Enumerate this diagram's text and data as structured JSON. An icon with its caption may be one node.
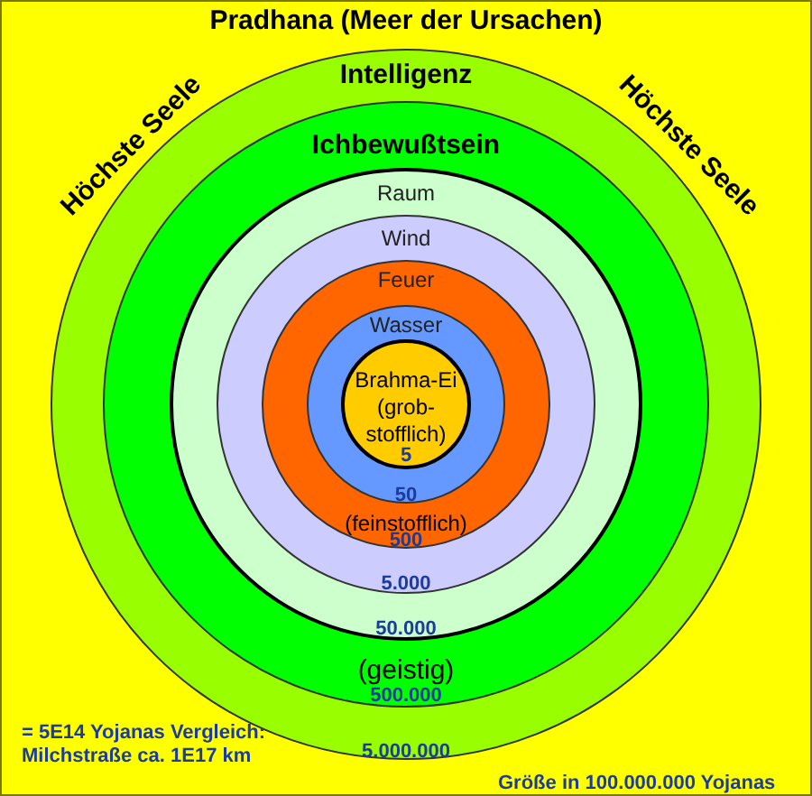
{
  "diagram": {
    "nodes": [
      {
        "text": [
          "Pradhana (Meer der Ursachen)"
        ]
      },
      {
        "text": [
          "Intelligenz",
          "5.000.000"
        ],
        "in": 0
      },
      {
        "text": [
          "Ichbewußtsein",
          "(geistig)",
          "500.000"
        ],
        "in": 1
      },
      {
        "text": [
          "Raum",
          "50.000"
        ],
        "in": 2
      },
      {
        "text": [
          "Wind",
          "5.000"
        ],
        "in": 3
      },
      {
        "text": [
          "Feuer",
          "(feinstofflich)",
          "500"
        ],
        "in": 4
      },
      {
        "text": [
          "Wasser",
          "50"
        ],
        "in": 5
      },
      {
        "text": [
          "Brahma-Ei (grob-stofflich)",
          "5"
        ],
        "in": 6
      }
    ],
    "labels": [
      "Höchste Seele",
      "Höchste Seele",
      "= 5E14 Yojanas Vergleich: Milchstraße ca. 1E17 km",
      "Größe in 100.000.000 Yojanas"
    ]
  }
}
